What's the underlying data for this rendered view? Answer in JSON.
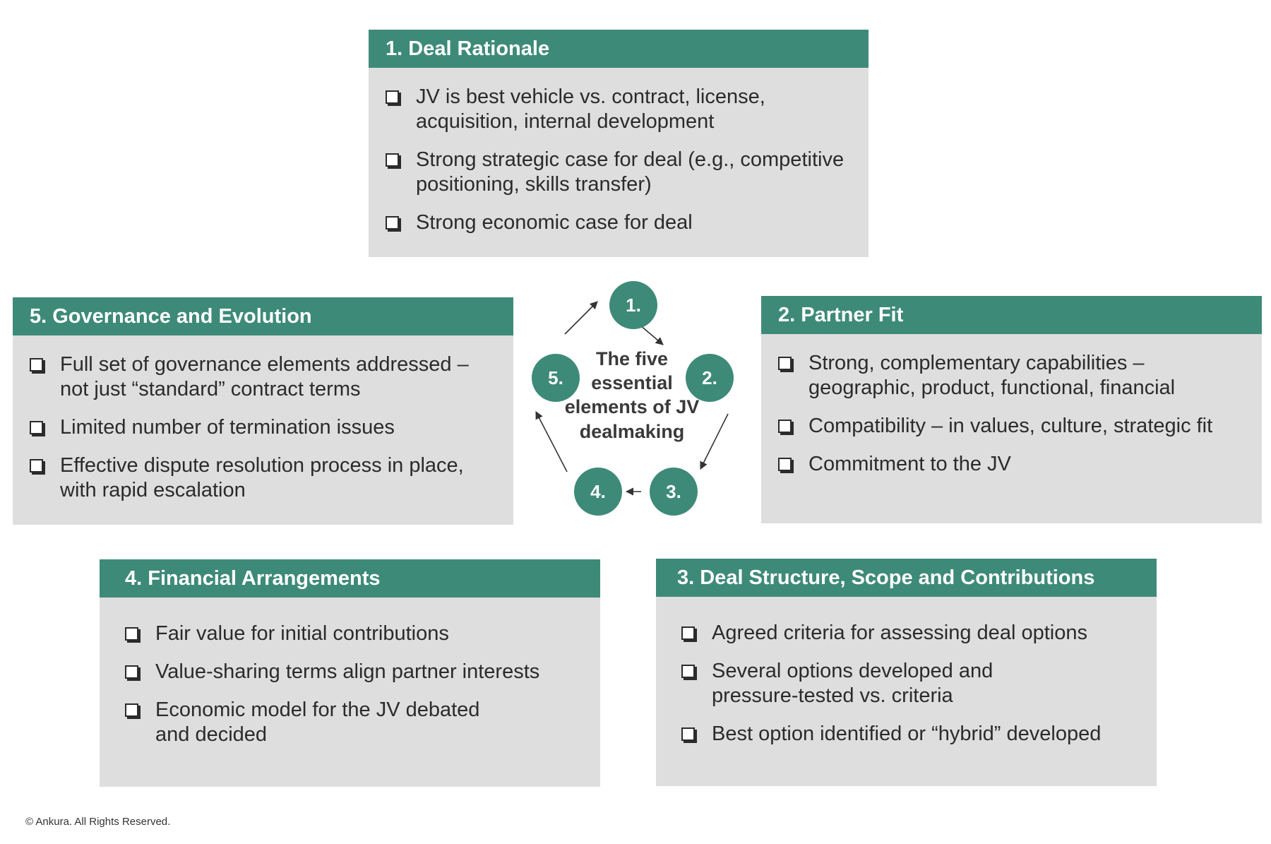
{
  "cards": [
    {
      "key": "card-1",
      "title": "1. Deal Rationale",
      "items": [
        "JV is best vehicle vs. contract, license, acquisition, internal development",
        "Strong strategic case for deal (e.g., competitive positioning, skills transfer)",
        "Strong economic case for deal"
      ]
    },
    {
      "key": "card-5",
      "title": "5. Governance and Evolution",
      "items": [
        "Full set of governance elements addressed – not just “standard” contract terms",
        "Limited number of termination issues",
        "Effective dispute resolution process in place, with rapid escalation"
      ]
    },
    {
      "key": "card-2",
      "title": "2. Partner Fit",
      "items": [
        "Strong, complementary capabilities – geographic, product, functional, financial",
        "Compatibility – in values, culture, strategic fit",
        "Commitment to the JV"
      ]
    },
    {
      "key": "card-4",
      "title": "4. Financial Arrangements",
      "items": [
        "Fair value for initial contributions",
        "Value-sharing terms align partner interests",
        "Economic model for the JV debated and decided"
      ]
    },
    {
      "key": "card-3",
      "title": "3. Deal Structure, Scope and Contributions",
      "items": [
        "Agreed criteria for assessing deal options",
        "Several options developed and pressure-tested vs. criteria",
        "Best option identified or “hybrid” developed"
      ]
    }
  ],
  "cycle": {
    "center_lines": [
      "The five",
      "essential",
      "elements of JV",
      "dealmaking"
    ],
    "nodes": [
      "1.",
      "2.",
      "3.",
      "4.",
      "5."
    ]
  },
  "footer": "© Ankura. All Rights Reserved.",
  "colors": {
    "accent": "#3e8a78",
    "card_background": "#dedede",
    "text": "#2b2b2b"
  },
  "icons": {
    "bullet": "checkbox-icon",
    "cycle_arrow": "arrow-icon"
  }
}
